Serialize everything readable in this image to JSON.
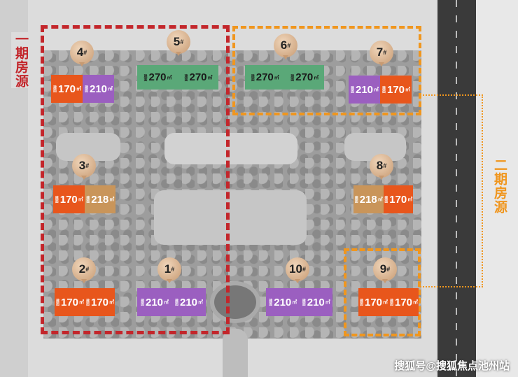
{
  "phase1_label": "一期房源",
  "phase2_label": "二期房源",
  "area_prefix": "建面",
  "unit_suffix": "㎡",
  "colors": {
    "phase1": "#c3262b",
    "phase2": "#f0961e",
    "u170": "#e8561c",
    "u210": "#9b5fc0",
    "u270": "#5aa878",
    "u218": "#c9955a"
  },
  "buildings": [
    {
      "id": "4",
      "units": [
        "170",
        "210"
      ]
    },
    {
      "id": "5",
      "units": [
        "270",
        "270"
      ]
    },
    {
      "id": "6",
      "units": [
        "270",
        "270"
      ]
    },
    {
      "id": "7",
      "units": [
        "210",
        "170"
      ]
    },
    {
      "id": "3",
      "units": [
        "170",
        "218"
      ]
    },
    {
      "id": "8",
      "units": [
        "218",
        "170"
      ]
    },
    {
      "id": "2",
      "units": [
        "170",
        "170"
      ]
    },
    {
      "id": "1",
      "units": [
        "210",
        "210"
      ]
    },
    {
      "id": "10",
      "units": [
        "210",
        "210"
      ]
    },
    {
      "id": "9",
      "units": [
        "170",
        "170"
      ]
    }
  ],
  "hash": "#",
  "watermark": "搜狐号@搜狐焦点池州站"
}
